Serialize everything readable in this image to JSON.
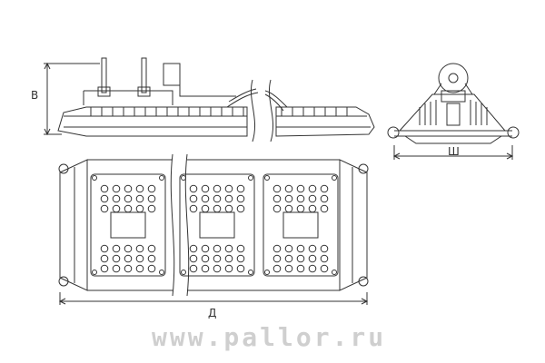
{
  "dimensions": {
    "height_label": "В",
    "width_label": "Ш",
    "length_label": "Д"
  },
  "watermark": "www.pallor.ru",
  "colors": {
    "line": "#333333",
    "watermark": "#cfcfcf"
  }
}
